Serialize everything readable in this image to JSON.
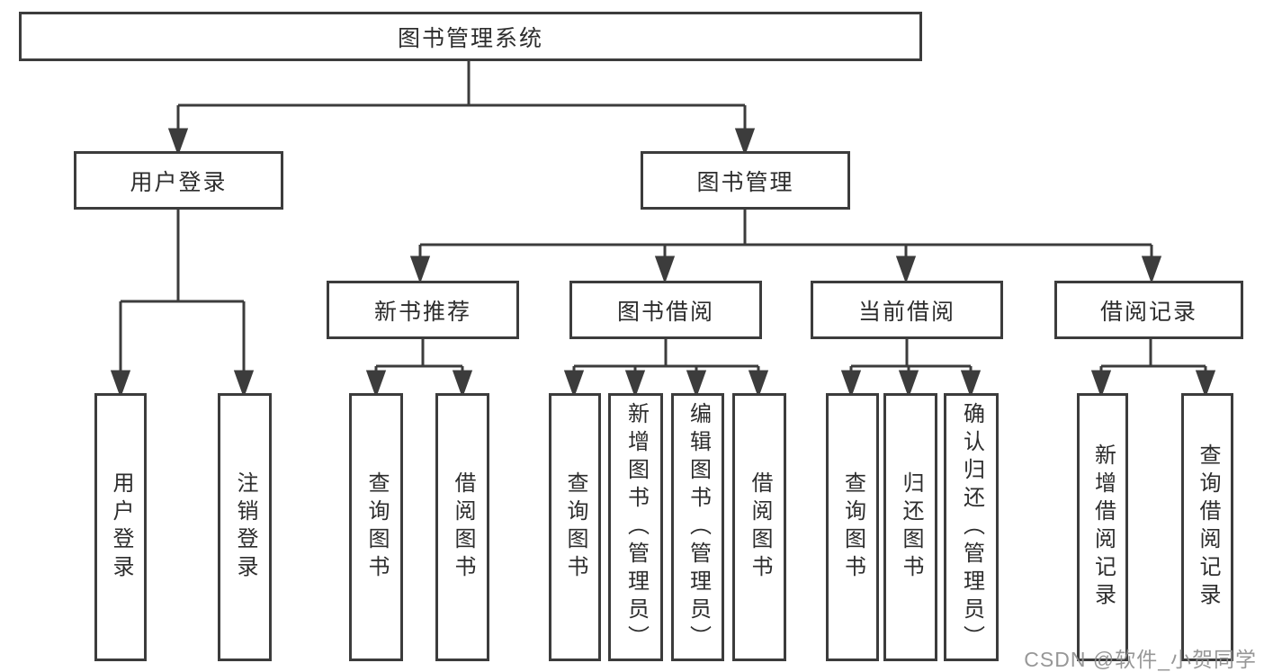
{
  "title": "图书管理系统",
  "colors": {
    "background": "#ffffff",
    "line": "#3c3c3c",
    "box_border": "#3c3c3c",
    "text": "#2d2d2d",
    "watermark": "#8c8c8c"
  },
  "watermark": {
    "text": "CSDN @软件_小贺同学"
  },
  "nodes": {
    "root": {
      "label": "图书管理系统"
    },
    "user_login": {
      "label": "用户登录"
    },
    "book_mgmt": {
      "label": "图书管理"
    },
    "new_book_rec": {
      "label": "新书推荐"
    },
    "book_borrow": {
      "label": "图书借阅"
    },
    "current_borrow": {
      "label": "当前借阅"
    },
    "borrow_records": {
      "label": "借阅记录"
    },
    "leaf_user_login": {
      "label": "用户登录"
    },
    "leaf_logout": {
      "label": "注销登录"
    },
    "leaf_query_book_1": {
      "label": "查询图书"
    },
    "leaf_borrow_book_1": {
      "label": "借阅图书"
    },
    "leaf_query_book_2": {
      "label": "查询图书"
    },
    "leaf_add_book": {
      "label": "新增图书（管理员）"
    },
    "leaf_edit_book": {
      "label": "编辑图书（管理员）"
    },
    "leaf_borrow_book_2": {
      "label": "借阅图书"
    },
    "leaf_query_book_3": {
      "label": "查询图书"
    },
    "leaf_return_book": {
      "label": "归还图书"
    },
    "leaf_confirm_return": {
      "label": "确认归还（管理员）"
    },
    "leaf_add_record": {
      "label": "新增借阅记录"
    },
    "leaf_query_record": {
      "label": "查询借阅记录"
    }
  },
  "tree": {
    "label": "图书管理系统",
    "children": [
      {
        "label": "用户登录",
        "children": [
          {
            "label": "用户登录"
          },
          {
            "label": "注销登录"
          }
        ]
      },
      {
        "label": "图书管理",
        "children": [
          {
            "label": "新书推荐",
            "children": [
              {
                "label": "查询图书"
              },
              {
                "label": "借阅图书"
              }
            ]
          },
          {
            "label": "图书借阅",
            "children": [
              {
                "label": "查询图书"
              },
              {
                "label": "新增图书（管理员）"
              },
              {
                "label": "编辑图书（管理员）"
              },
              {
                "label": "借阅图书"
              }
            ]
          },
          {
            "label": "当前借阅",
            "children": [
              {
                "label": "查询图书"
              },
              {
                "label": "归还图书"
              },
              {
                "label": "确认归还（管理员）"
              }
            ]
          },
          {
            "label": "借阅记录",
            "children": [
              {
                "label": "新增借阅记录"
              },
              {
                "label": "查询借阅记录"
              }
            ]
          }
        ]
      }
    ]
  }
}
